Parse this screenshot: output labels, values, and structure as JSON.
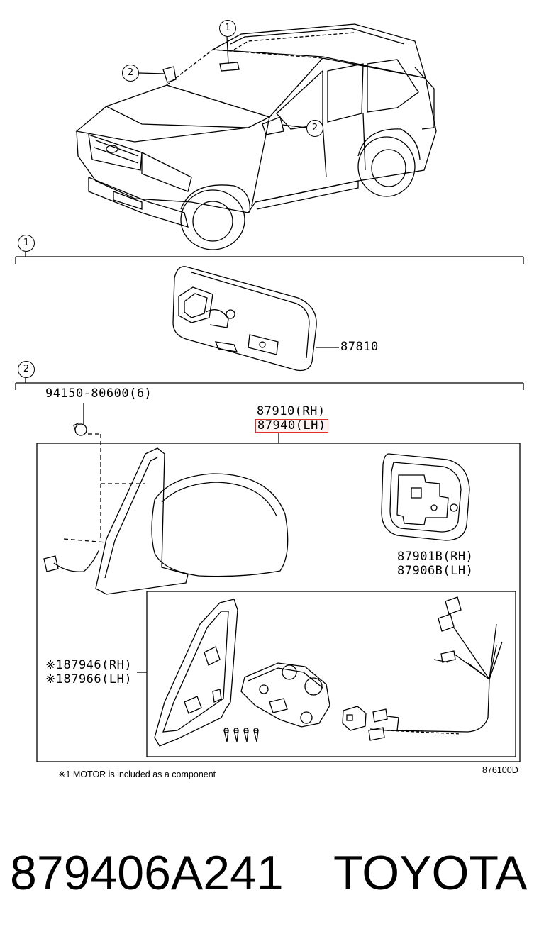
{
  "callouts": {
    "one": "1",
    "two": "2"
  },
  "parts": {
    "inner_mirror": "87810",
    "clip": "94150-80600(6)",
    "outer_mirror_rh": "87910(RH)",
    "outer_mirror_lh": "87940(LH)",
    "glass_rh": "87901B(RH)",
    "glass_lh": "87906B(LH)",
    "motor_rh": "※187946(RH)",
    "motor_lh": "※187966(LH)"
  },
  "footnote": "※1 MOTOR is included as a component",
  "diagram_code": "876100D",
  "part_number": "879406A241",
  "brand": "TOYOTA",
  "highlight_color": "#e0302a"
}
